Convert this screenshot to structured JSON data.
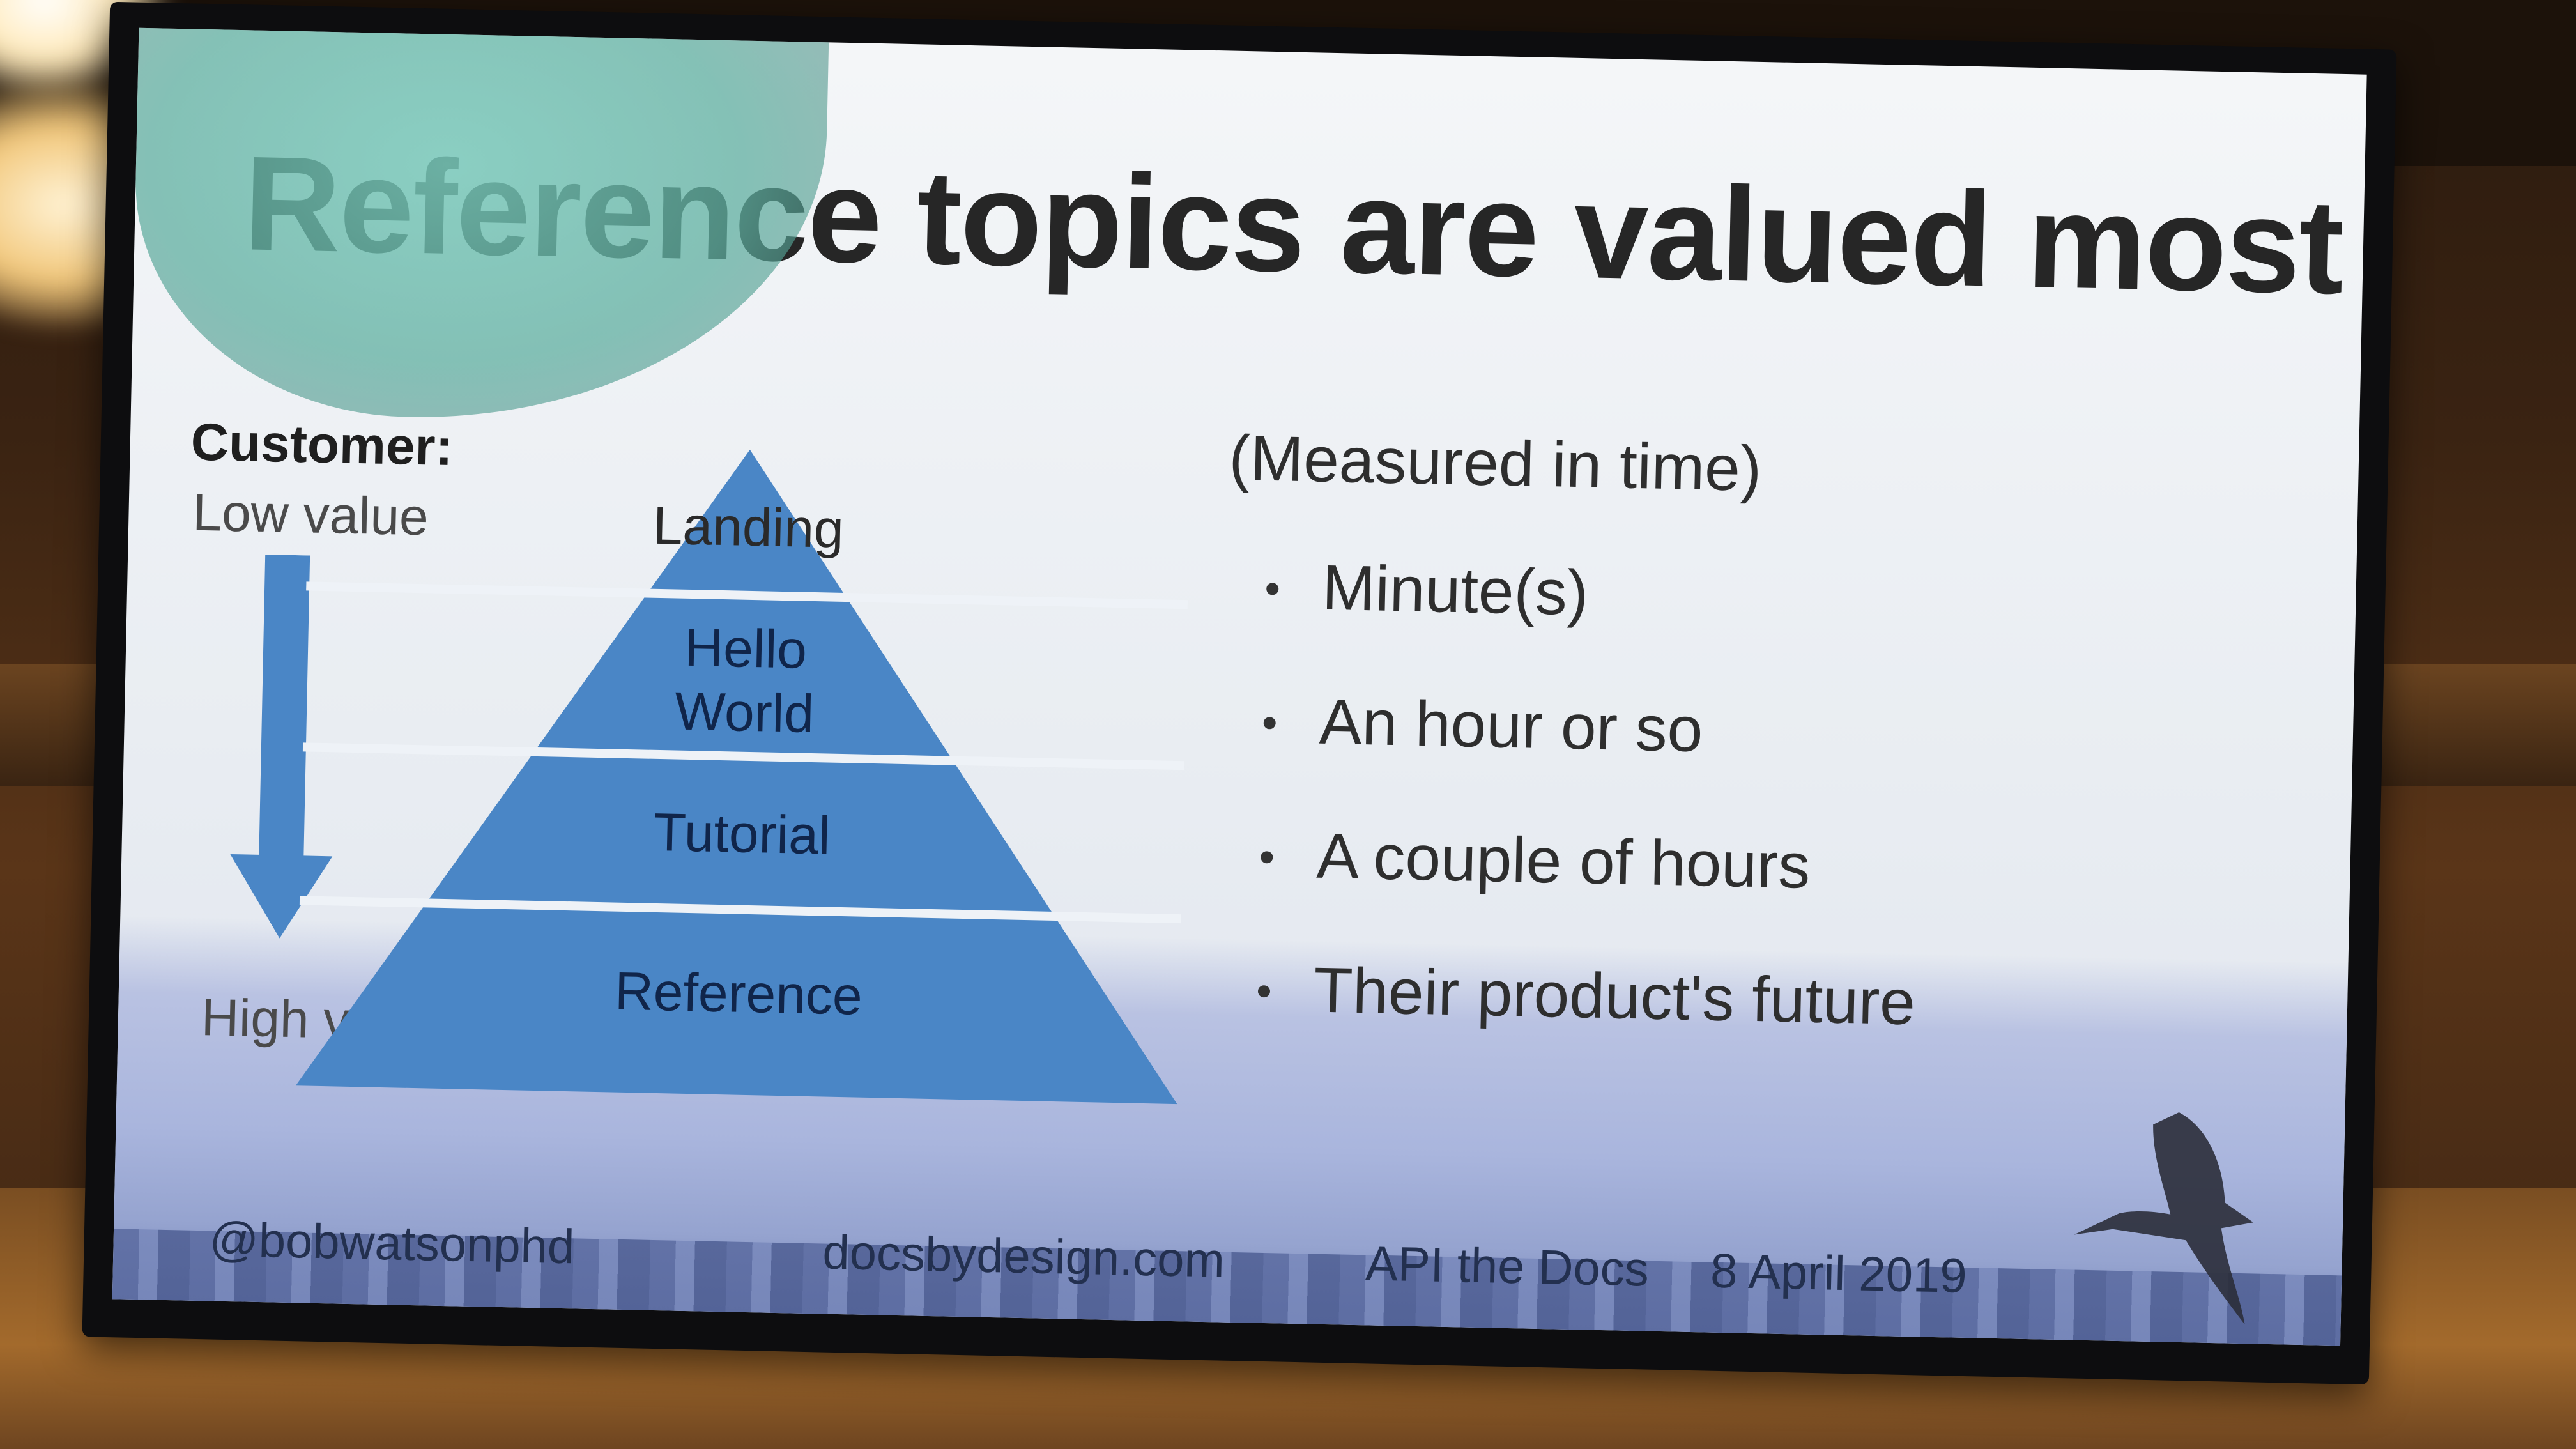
{
  "slide": {
    "title": "Reference topics are valued most",
    "customer_label": "Customer:",
    "low_value": "Low value",
    "high_value": "High value",
    "pyramid": [
      "Landing",
      "Hello World",
      "Tutorial",
      "Reference"
    ],
    "measured": "(Measured in time)",
    "bullets": [
      "Minute(s)",
      "An hour or so",
      "A couple of hours",
      "Their product's future"
    ],
    "footer": {
      "handle": "@bobwatsonphd",
      "site": "docsbydesign.com",
      "event": "API the Docs",
      "date": "8 April 2019"
    }
  },
  "colors": {
    "pyramid_fill": "#4a86c6",
    "arrow_fill": "#4a86c6",
    "title_text": "#262626",
    "glare_reflection": "#6fc2b3"
  },
  "icons": [
    "down-arrow-icon",
    "pelican-icon"
  ]
}
